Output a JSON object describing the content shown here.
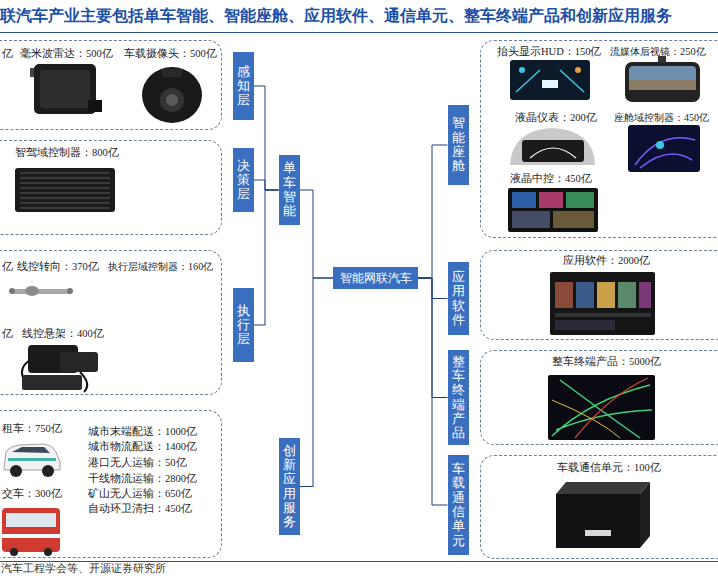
{
  "diagram": {
    "title": "联汽车产业主要包括单车智能、智能座舱、应用软件、通信单元、整车终端产品和创新应用服务",
    "caption": "汽车工程学会等、开源证券研究所",
    "nodes": [
      {
        "text": [
          "毫米波雷达：500亿",
          "车载摄像头：500亿"
        ]
      },
      {
        "text": [
          "智驾域控制器：800亿"
        ]
      },
      {
        "text": [
          "线控转向：370亿",
          "执行层域控制器：160亿",
          "线控悬架：400亿"
        ]
      },
      {
        "text": [
          "租车：750亿",
          "交车：300亿",
          "城市末端配送：1000亿",
          "城市物流配送：1400亿",
          "港口无人运输：50亿",
          "干线物流运输：2800亿",
          "矿山无人运输：650亿",
          "自动环卫清扫：450亿"
        ]
      },
      {
        "text": [
          "感知层"
        ]
      },
      {
        "text": [
          "决策层"
        ]
      },
      {
        "text": [
          "执行层"
        ]
      },
      {
        "text": [
          "单车智能"
        ]
      },
      {
        "text": [
          "创新应用服务"
        ]
      },
      {
        "text": [
          "智能网联汽车"
        ]
      },
      {
        "text": [
          "智能座舱"
        ]
      },
      {
        "text": [
          "应用软件"
        ]
      },
      {
        "text": [
          "整车终端产品"
        ]
      },
      {
        "text": [
          "车载通信单元"
        ]
      },
      {
        "text": [
          "抬头显示HUD：150亿",
          "流媒体后视镜：250亿",
          "液晶仪表：200亿",
          "座舱域控制器：450亿",
          "液晶中控：450亿"
        ]
      },
      {
        "text": [
          "应用软件：2000亿"
        ]
      },
      {
        "text": [
          "整车终端产品：5000亿"
        ]
      },
      {
        "text": [
          "车载通信单元：100亿"
        ]
      }
    ],
    "edges": [
      {
        "from": 4,
        "to": 7,
        "arrow": "none"
      },
      {
        "from": 5,
        "to": 7,
        "arrow": "none"
      },
      {
        "from": 6,
        "to": 7,
        "arrow": "none"
      },
      {
        "from": 7,
        "to": 9,
        "arrow": "none"
      },
      {
        "from": 8,
        "to": 9,
        "arrow": "none"
      },
      {
        "from": 9,
        "to": 10,
        "arrow": "none"
      },
      {
        "from": 9,
        "to": 11,
        "arrow": "none"
      },
      {
        "from": 9,
        "to": 12,
        "arrow": "none"
      },
      {
        "from": 9,
        "to": 13,
        "arrow": "none"
      }
    ],
    "labels": [
      "亿",
      "亿",
      "亿"
    ]
  }
}
